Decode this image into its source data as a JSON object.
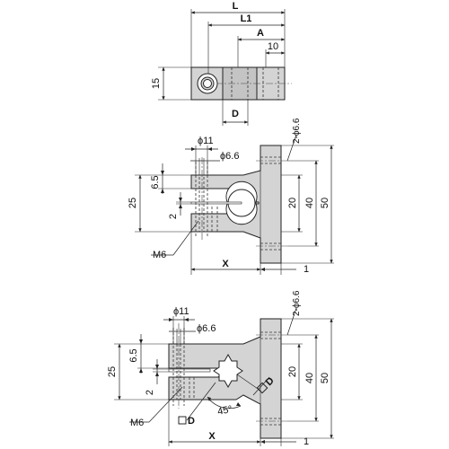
{
  "top_view": {
    "L": "L",
    "L1": "L1",
    "A": "A",
    "d10": "10",
    "d15": "15",
    "D": "D"
  },
  "middle_view": {
    "holes_top": "2-ϕ6.6",
    "phi11": "ϕ11",
    "phi6_6": "ϕ6.6",
    "d6_5": "6.5",
    "d25": "25",
    "d2": "2",
    "d20": "20",
    "d40": "40",
    "d50": "50",
    "M6": "M6",
    "X": "X",
    "d1": "1"
  },
  "bottom_view": {
    "holes_top": "2-ϕ6.6",
    "phi11": "ϕ11",
    "phi6_6": "ϕ6.6",
    "d6_5": "6.5",
    "d25": "25",
    "d2": "2",
    "d20": "20",
    "d40": "40",
    "d50": "50",
    "M6": "M6",
    "X": "X",
    "d1": "1",
    "angle": "45°",
    "sqD_diag": "D",
    "sqD_bottom": "D"
  }
}
